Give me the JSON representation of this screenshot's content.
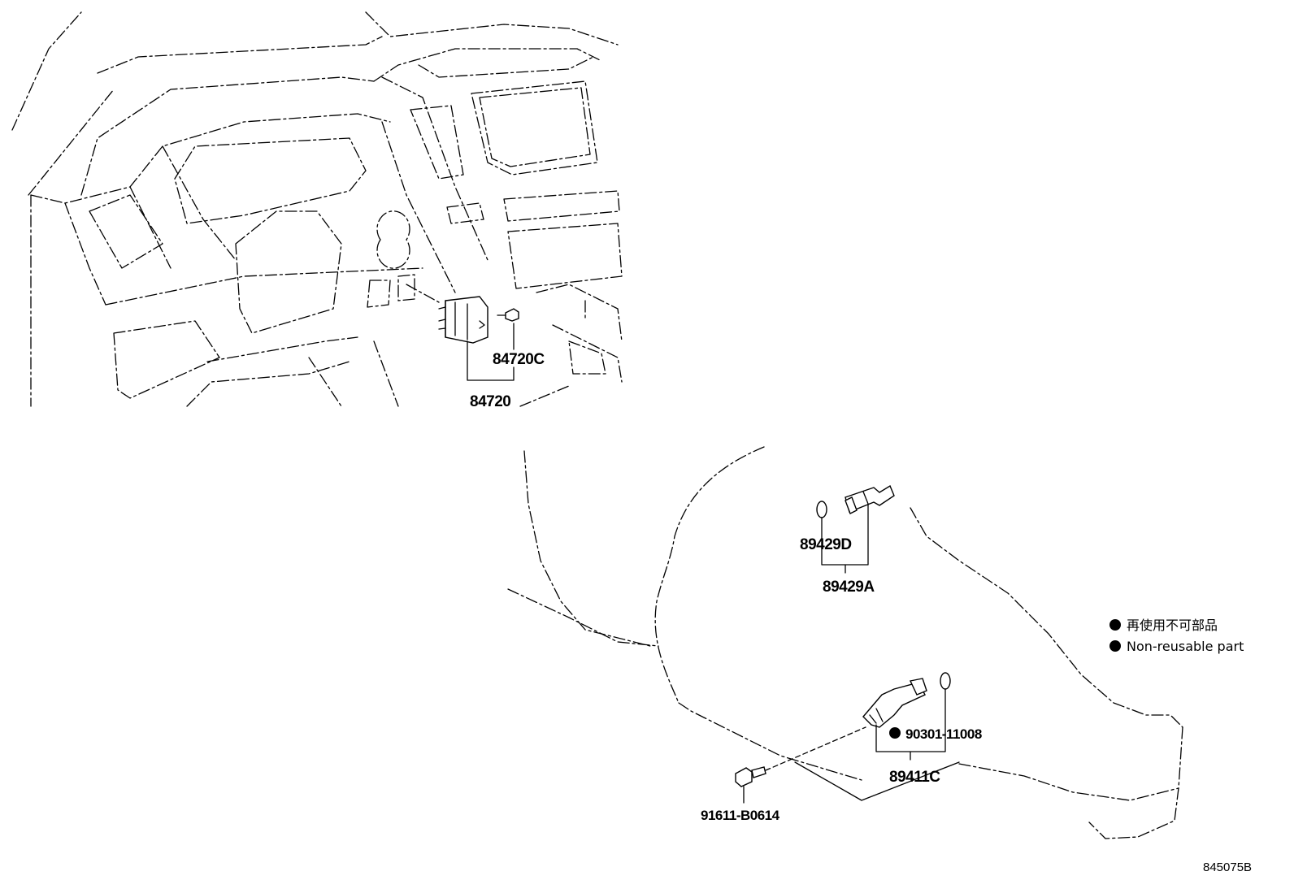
{
  "parts": {
    "p84720C": "84720C",
    "p84720": "84720",
    "p89429D": "89429D",
    "p89429A": "89429A",
    "p90301": "90301-11008",
    "p89411C": "89411C",
    "p91611": "91611-B0614"
  },
  "legend": {
    "line1": "再使用不可部品",
    "line2": "Non-reusable part"
  },
  "diagram_code": "845075B",
  "colors": {
    "ink": "#000000",
    "paper": "#ffffff"
  }
}
